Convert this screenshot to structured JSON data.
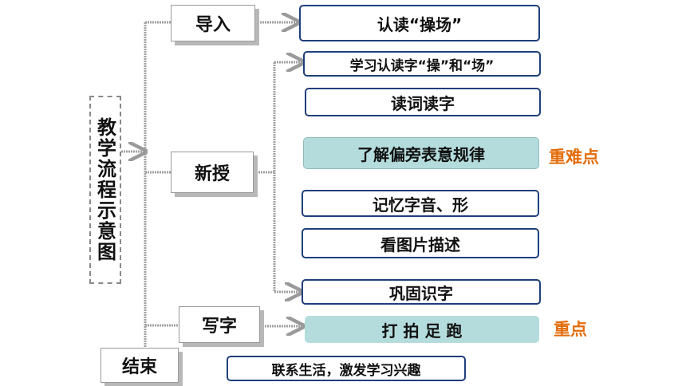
{
  "title": "教学流程示意图",
  "stages": {
    "intro": "导入",
    "new": "新授",
    "writing": "写字",
    "end": "结束"
  },
  "steps": [
    {
      "label": "认读“操场”"
    },
    {
      "label": "学习认读字“操”和“场”"
    },
    {
      "label": "读词读字"
    },
    {
      "label": "了解偏旁表意规律",
      "tag": "重难点"
    },
    {
      "label": "记忆字音、形"
    },
    {
      "label": "看图片描述"
    },
    {
      "label": "巩固识字"
    },
    {
      "label": "打 拍 足 跑",
      "tag": "重点"
    },
    {
      "label": "联系生活，激发学习兴趣"
    }
  ],
  "colors": {
    "box_border": "#1f3f7a",
    "highlight_fill": "#b5dcdc",
    "tag_text": "#e36c0a",
    "connector": "#9a9a9a"
  }
}
